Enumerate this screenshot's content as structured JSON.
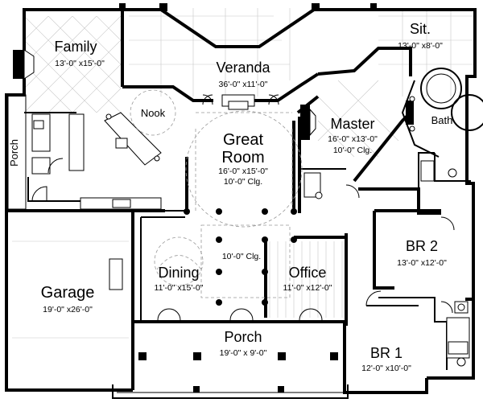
{
  "rooms": {
    "family": {
      "name": "Family",
      "dim": "13'-0\" x15'-0\""
    },
    "veranda": {
      "name": "Veranda",
      "dim": "36'-0\" x11'-0\""
    },
    "sit": {
      "name": "Sit.",
      "dim": "13'-0\" x8'-0\""
    },
    "nook": {
      "name": "Nook"
    },
    "great_room": {
      "name_line1": "Great",
      "name_line2": "Room",
      "dim": "16'-0\" x15'-0\"",
      "clg": "10'-0\" Clg."
    },
    "master": {
      "name": "Master",
      "dim": "16'-0\" x13'-0\"",
      "clg": "10'-0\" Clg."
    },
    "bath": {
      "name": "Bath"
    },
    "porch_side": {
      "name": "Porch"
    },
    "foyer": {
      "clg": "10'-0\" Clg."
    },
    "garage": {
      "name": "Garage",
      "dim": "19'-0\" x26'-0\""
    },
    "dining": {
      "name": "Dining",
      "dim": "11'-0\" x15'-0\""
    },
    "office": {
      "name": "Office",
      "dim": "11'-0\" x12'-0\""
    },
    "br2": {
      "name": "BR 2",
      "dim": "13'-0\" x12'-0\""
    },
    "porch_front": {
      "name": "Porch",
      "dim": "19'-0\" x 9'-0\""
    },
    "br1": {
      "name": "BR 1",
      "dim": "12'-0\" x10'-0\""
    }
  },
  "colors": {
    "wall": "#000000",
    "tile": "#c8c8c8",
    "background": "#ffffff"
  }
}
